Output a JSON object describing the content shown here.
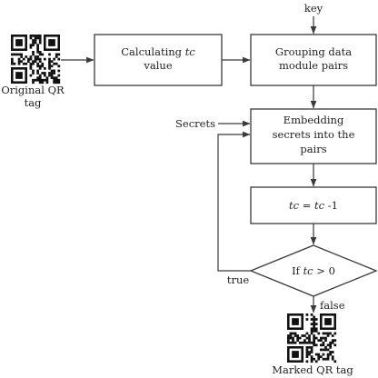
{
  "input_top": {
    "label": "key"
  },
  "input_left": {
    "label": "Secrets"
  },
  "source": {
    "label_line1": "Original QR",
    "label_line2": "tag"
  },
  "box_calc": {
    "line1": "Calculating ",
    "line1_var": "tc",
    "line2": "value"
  },
  "box_group": {
    "line1": "Grouping data",
    "line2": "module pairs"
  },
  "box_embed": {
    "line1": "Embedding",
    "line2": "secrets into the",
    "line3": "pairs"
  },
  "box_dec": {
    "var1": "tc",
    "op": " = ",
    "var2": "tc",
    "rest": " -1"
  },
  "decision": {
    "prefix": "If ",
    "var": "tc",
    "suffix": " > 0"
  },
  "edge_true": {
    "label": "true"
  },
  "edge_false": {
    "label": "false"
  },
  "result": {
    "label": "Marked QR tag"
  },
  "icons": {
    "qr_code": "qr-code-icon"
  }
}
